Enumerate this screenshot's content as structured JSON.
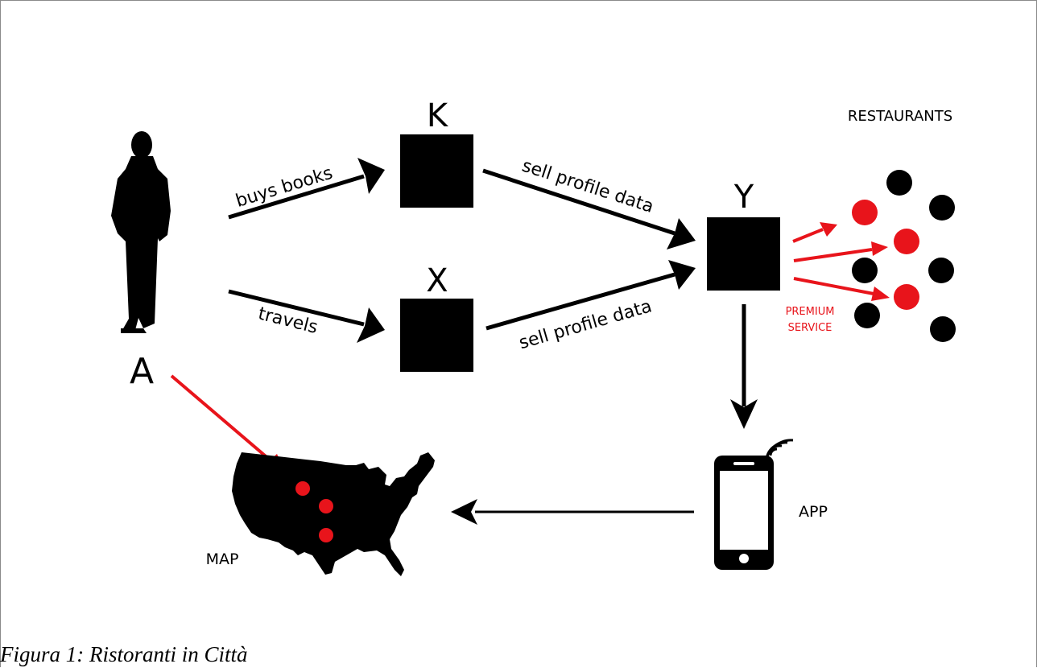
{
  "figure": {
    "caption": "Figura 1: Ristoranti in Città",
    "colors": {
      "ink": "#000000",
      "accent": "#e8141b"
    },
    "nodes": {
      "person": {
        "label": "A",
        "icon": "person-silhouette-icon"
      },
      "k": {
        "label": "K"
      },
      "x": {
        "label": "X"
      },
      "y": {
        "label": "Y"
      },
      "restaurants": {
        "label": "RESTAURANTS"
      },
      "app": {
        "label": "APP",
        "icon": "smartphone-icon"
      },
      "map": {
        "label": "MAP",
        "icon": "usa-map-icon"
      }
    },
    "edges": {
      "buys_books": "buys books",
      "travels": "travels",
      "sell_profile_k": "sell profile data",
      "sell_profile_x": "sell profile data",
      "premium_line1": "PREMIUM",
      "premium_line2": "SERVICE"
    }
  }
}
